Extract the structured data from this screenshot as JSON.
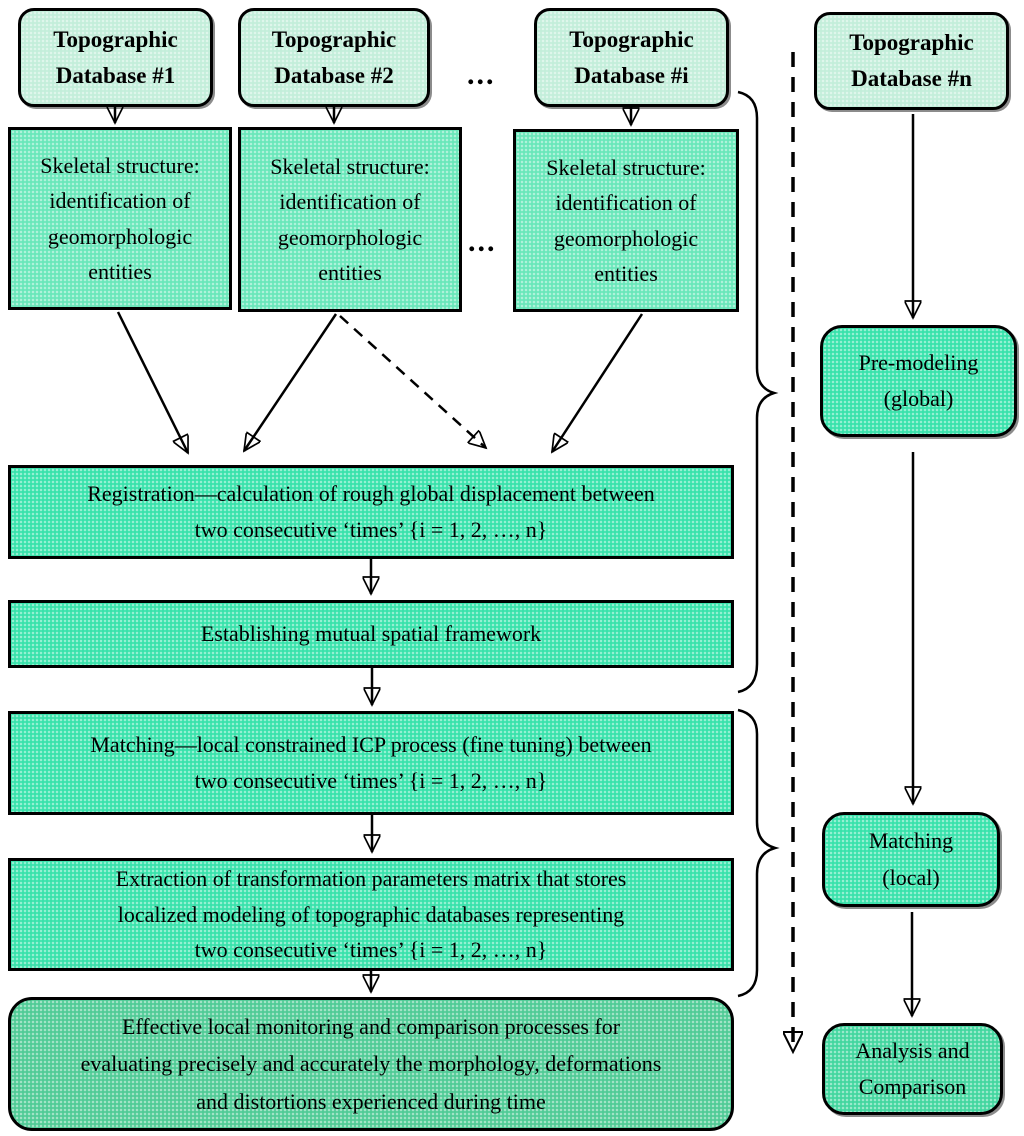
{
  "palette": {
    "database_box_fill": "#c3eeda",
    "skeletal_box_fill": "#69e7ba",
    "process_box_fill": "#38e2ab",
    "analysis_box_fill": "#43d69f",
    "result_box_fill": "#50cb96",
    "border_color": "#000000",
    "background": "#ffffff"
  },
  "nodes": {
    "db1": {
      "label": "Topographic\nDatabase #1"
    },
    "db2": {
      "label": "Topographic\nDatabase #2"
    },
    "dbi": {
      "label": "Topographic\nDatabase #i"
    },
    "dbn": {
      "label": "Topographic\nDatabase #n"
    },
    "skeletal1": {
      "label": "Skeletal structure:\nidentification of\ngeomorphologic\nentities"
    },
    "skeletal2": {
      "label": "Skeletal structure:\nidentification of\ngeomorphologic\nentities"
    },
    "skeletali": {
      "label": "Skeletal structure:\nidentification of\ngeomorphologic\nentities"
    },
    "registration": {
      "label": "Registration—calculation of rough global displacement between\ntwo consecutive ‘times’ {i = 1, 2, …, n}"
    },
    "framework": {
      "label": "Establishing mutual spatial framework"
    },
    "matching": {
      "label": "Matching—local constrained ICP process (fine tuning) between\ntwo consecutive ‘times’ {i = 1, 2, …, n}"
    },
    "extraction": {
      "label": "Extraction of transformation parameters matrix that stores\nlocalized modeling of topographic databases representing\ntwo consecutive ‘times’ {i = 1, 2, …, n}"
    },
    "monitoring": {
      "label": "Effective local monitoring and comparison processes for\nevaluating precisely and accurately the morphology, deformations\nand distortions experienced during time"
    },
    "premodeling": {
      "label": "Pre-modeling\n(global)"
    },
    "matching_local": {
      "label": "Matching\n(local)"
    },
    "analysis": {
      "label": "Analysis and\nComparison"
    }
  },
  "decorations": {
    "ellipsis_top_row": "...",
    "ellipsis_skeletal_row": "..."
  }
}
